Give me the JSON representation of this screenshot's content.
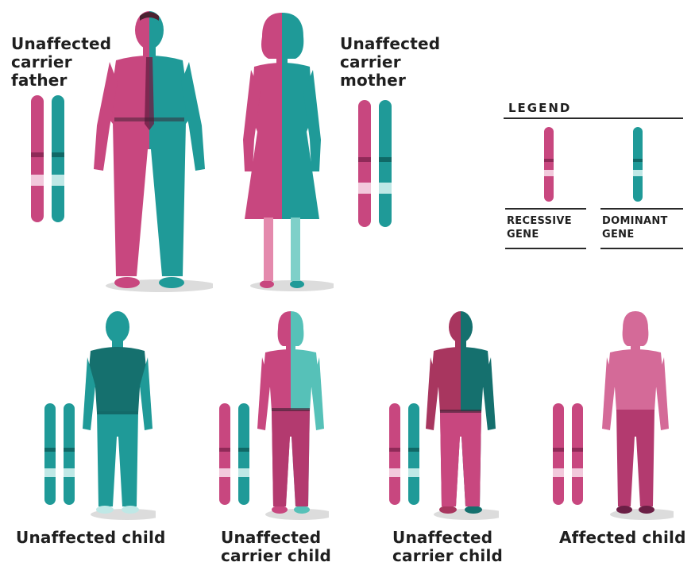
{
  "parents": {
    "father_label": [
      "Unaffected",
      "carrier",
      "father"
    ],
    "mother_label": [
      "Unaffected",
      "carrier",
      "mother"
    ]
  },
  "children": [
    {
      "label": [
        "Unaffected child"
      ]
    },
    {
      "label": [
        "Unaffected",
        "carrier child"
      ]
    },
    {
      "label": [
        "Unaffected",
        "carrier child"
      ]
    },
    {
      "label": [
        "Affected child"
      ]
    }
  ],
  "legend": {
    "title": "LEGEND",
    "recessive": [
      "RECESSIVE",
      "GENE"
    ],
    "dominant": [
      "DOMINANT",
      "GENE"
    ]
  },
  "colors": {
    "recessive": "#c8477f",
    "dominant": "#1f9a98",
    "band": "#f2c9dc",
    "band_dominant": "#bfe8e6"
  }
}
